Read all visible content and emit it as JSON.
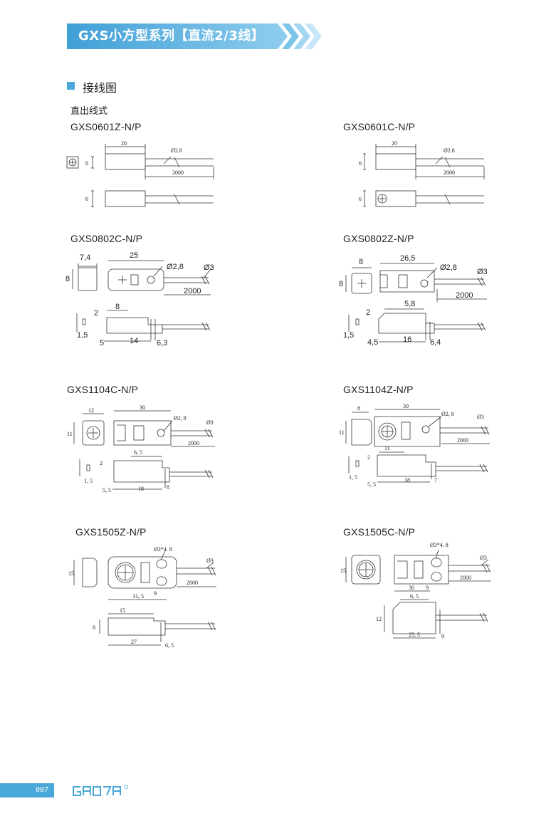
{
  "header": {
    "title": "GXS小方型系列【直流2/3线】",
    "accent": "#4aa8d8"
  },
  "section": {
    "title": "接线图",
    "subtitle": "直出线式"
  },
  "models": [
    {
      "name": "GXS0601Z-N/P",
      "dims": [
        "20",
        "Ø2.8",
        "2000",
        "6",
        "6"
      ]
    },
    {
      "name": "GXS0601C-N/P",
      "dims": [
        "20",
        "Ø2.8",
        "2000",
        "6",
        "6"
      ]
    },
    {
      "name": "GXS0802C-N/P",
      "dims": [
        "7,4",
        "25",
        "Ø2,8",
        "Ø3",
        "8",
        "2000",
        "8",
        "2",
        "1,5",
        "5",
        "14",
        "6,3"
      ]
    },
    {
      "name": "GXS0802Z-N/P",
      "dims": [
        "8",
        "26,5",
        "Ø2,8",
        "Ø3",
        "8",
        "2000",
        "5,8",
        "2",
        "1,5",
        "4,5",
        "16",
        "6,4"
      ]
    },
    {
      "name": "GXS1104C-N/P",
      "dims": [
        "12",
        "30",
        "Ø2, 8",
        "Ø3",
        "11",
        "2000",
        "6, 5",
        "2",
        "1, 5",
        "5, 5",
        "18",
        "8"
      ]
    },
    {
      "name": "GXS1104Z-N/P",
      "dims": [
        "8",
        "30",
        "Ø2, 8",
        "Ø3",
        "11",
        "2000",
        "11",
        "2",
        "1, 5",
        "5, 5",
        "18",
        "7"
      ]
    },
    {
      "name": "GXS1505Z-N/P",
      "dims": [
        "Ø3*4. 8",
        "Ø3",
        "15",
        "2000",
        "31, 5",
        "9",
        "15",
        "8",
        "27",
        "6, 5"
      ]
    },
    {
      "name": "GXS1505C-N/P",
      "dims": [
        "Ø3*4. 8",
        "Ø3",
        "15",
        "2000",
        "30",
        "9",
        "6, 5",
        "12",
        "25, 5",
        "9"
      ]
    }
  ],
  "footer": {
    "page": "007",
    "brand": "GAOTA"
  }
}
